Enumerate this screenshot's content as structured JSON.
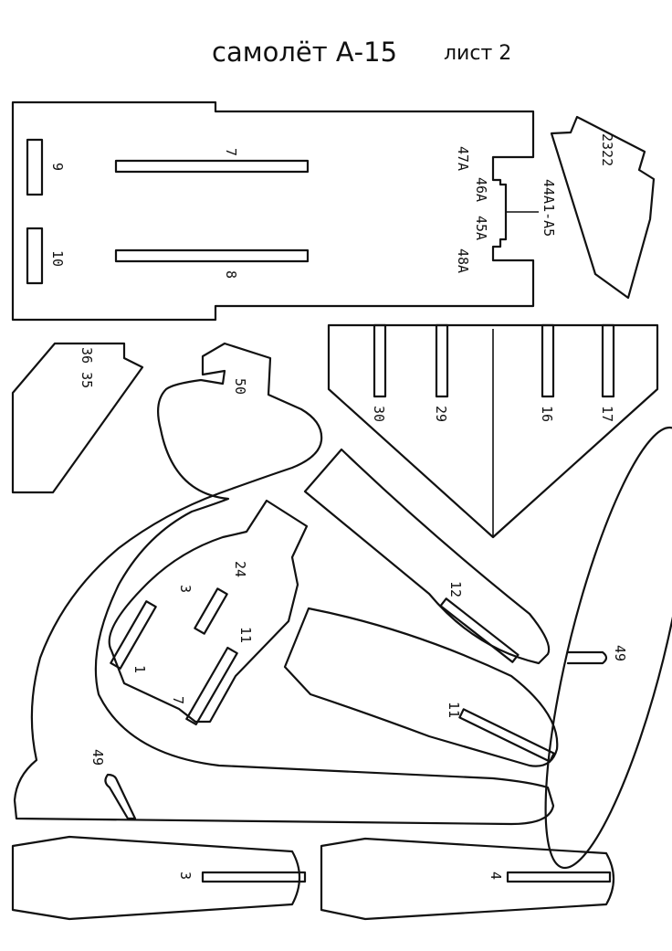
{
  "title": {
    "main": "самолёт А-15",
    "sheet": "лист 2"
  },
  "labels": {
    "l9": "9",
    "l10": "10",
    "l7a": "7",
    "l8a": "8",
    "l47A": "47А",
    "l48A": "48А",
    "l46A": "46А",
    "l45A": "45А",
    "l44": "44А1-А5",
    "l2322": "2322",
    "l3635": "36 35",
    "l50": "50",
    "l30": "30",
    "l29": "29",
    "l16": "16",
    "l17": "17",
    "l24": "24",
    "l3a": "3",
    "l11a": "11",
    "l1": "1",
    "l7b": "7",
    "l12": "12",
    "l11b": "11",
    "l49a": "49",
    "l49b": "49",
    "l3b": "3",
    "l4": "4"
  }
}
